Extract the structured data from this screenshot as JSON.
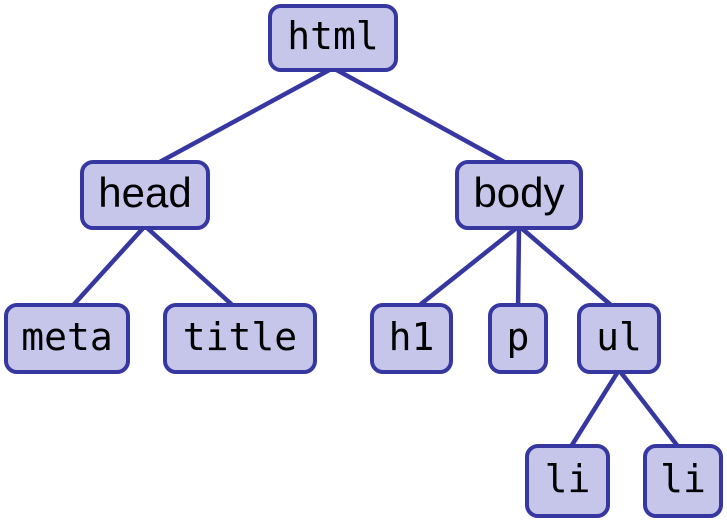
{
  "diagram": {
    "nodes": [
      {
        "id": "html",
        "label": "html"
      },
      {
        "id": "head",
        "label": "head"
      },
      {
        "id": "body",
        "label": "body"
      },
      {
        "id": "meta",
        "label": "meta"
      },
      {
        "id": "title",
        "label": "title"
      },
      {
        "id": "h1",
        "label": "h1"
      },
      {
        "id": "p",
        "label": "p"
      },
      {
        "id": "ul",
        "label": "ul"
      },
      {
        "id": "li-1",
        "label": "li"
      },
      {
        "id": "li-2",
        "label": "li"
      }
    ],
    "edges": [
      {
        "from": "html",
        "to": "head"
      },
      {
        "from": "html",
        "to": "body"
      },
      {
        "from": "head",
        "to": "meta"
      },
      {
        "from": "head",
        "to": "title"
      },
      {
        "from": "body",
        "to": "h1"
      },
      {
        "from": "body",
        "to": "p"
      },
      {
        "from": "body",
        "to": "ul"
      },
      {
        "from": "ul",
        "to": "li-1"
      },
      {
        "from": "ul",
        "to": "li-2"
      }
    ],
    "colors": {
      "node_fill": "#c5c6ea",
      "node_border": "#3637a0",
      "edge_line": "#3637a0",
      "text": "#000000",
      "background": "#ffffff"
    }
  }
}
